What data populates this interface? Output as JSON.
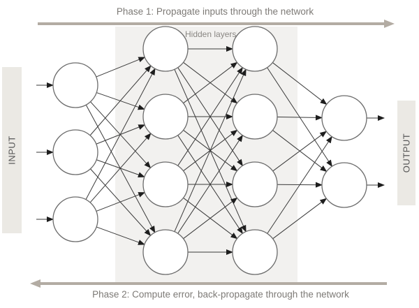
{
  "phase1": {
    "label": "Phase 1: Propagate inputs through the network",
    "direction": "forward"
  },
  "phase2": {
    "label": "Phase 2: Compute error, back-propagate through the network",
    "direction": "backward"
  },
  "input_label": "INPUT",
  "output_label": "OUTPUT",
  "hidden_label": "Hidden layers",
  "colors": {
    "phase_arrow": "#b3aca3",
    "hidden_region": "#f2f1ef",
    "side_box": "#ebe9e4",
    "node_stroke": "#6b6b6b",
    "edge": "#3a3a3a"
  },
  "network": {
    "layers": [
      {
        "name": "input",
        "nodes": 3
      },
      {
        "name": "hidden-1",
        "nodes": 4
      },
      {
        "name": "hidden-2",
        "nodes": 4
      },
      {
        "name": "output",
        "nodes": 2
      }
    ],
    "connectivity": "fully-connected",
    "input_arrows": 3,
    "output_arrows": 2
  }
}
